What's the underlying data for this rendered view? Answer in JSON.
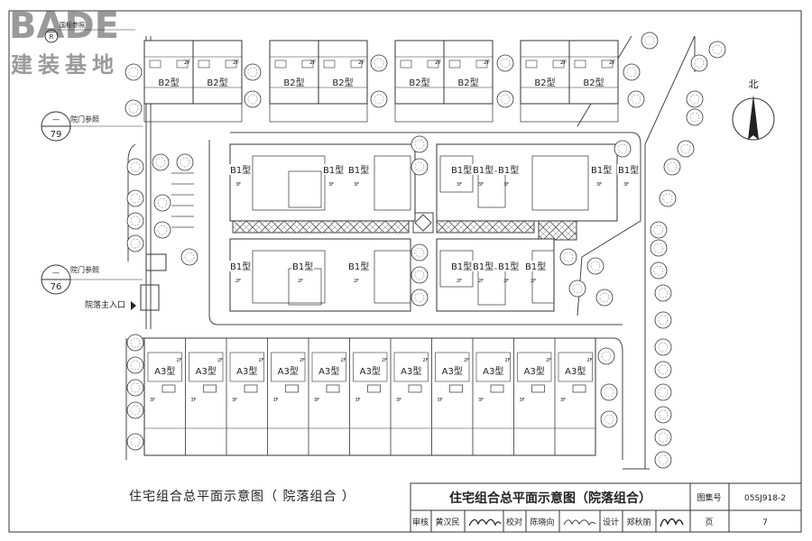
{
  "logo": {
    "brand": "BADE",
    "subtitle": "建装基地"
  },
  "site": {
    "gate_ref": "国标参照",
    "courtyard_ref_1": {
      "label": "院门参照",
      "top": "—",
      "num": "79"
    },
    "courtyard_ref_2": {
      "label": "院门参照",
      "top": "—",
      "num": "76"
    },
    "main_entrance": "院落主入口",
    "north": "北",
    "floor_2f": "2F",
    "floor_3f": "3F"
  },
  "units": {
    "b2": [
      "B2型",
      "B2型",
      "B2型",
      "B2型",
      "B2型",
      "B2型",
      "B2型",
      "B2型"
    ],
    "b1_upper": [
      "B1型",
      "B1型",
      "B1型",
      "B1型",
      "B1型",
      "B1型",
      "B1型",
      "B1型"
    ],
    "b1_lower": [
      "B1型",
      "B1型",
      "B1型",
      "B1型",
      "B1型",
      "B1型",
      "B1型"
    ],
    "a3": [
      "A3型",
      "A3型",
      "A3型",
      "A3型",
      "A3型",
      "A3型",
      "A3型",
      "A3型",
      "A3型",
      "A3型",
      "A3型"
    ]
  },
  "caption": "住宅组合总平面示意图（ 院落组合 ）",
  "title_block": {
    "title": "住宅组合总平面示意图（院落组合）",
    "atlas_label": "图集号",
    "atlas_no": "05SJ918-2",
    "review_label": "审核",
    "reviewer": "黄汉民",
    "check_label": "校对",
    "checker": "陈晓向",
    "design_label": "设计",
    "designer": "郑秋丽",
    "page_label": "页",
    "page_no": "7"
  }
}
